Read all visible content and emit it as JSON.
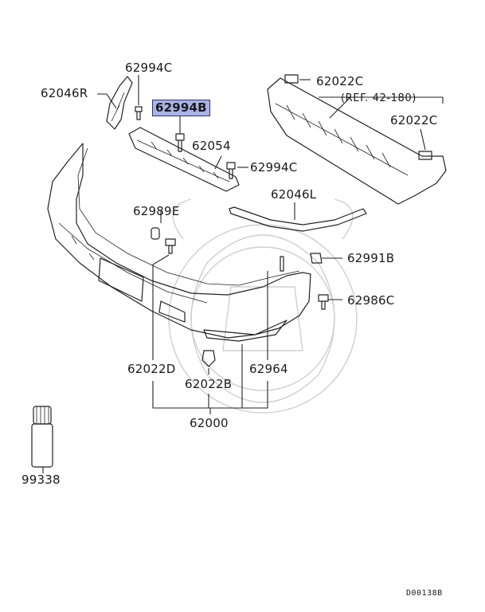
{
  "labels": {
    "p62994C_top": "62994C",
    "p62046R": "62046R",
    "p62994B": "62994B",
    "p62054": "62054",
    "p62994C_right": "62994C",
    "p62022C_top": "62022C",
    "ref": "(REF. 42-180)",
    "p62022C_right": "62022C",
    "p62046L": "62046L",
    "p62989E": "62989E",
    "p62991B": "62991B",
    "p62986C": "62986C",
    "p62022D": "62022D",
    "p62964": "62964",
    "p62022B": "62022B",
    "p62000": "62000",
    "p99338": "99338",
    "diagram_code": "D00138B"
  },
  "highlight_color": "#aab3e6"
}
